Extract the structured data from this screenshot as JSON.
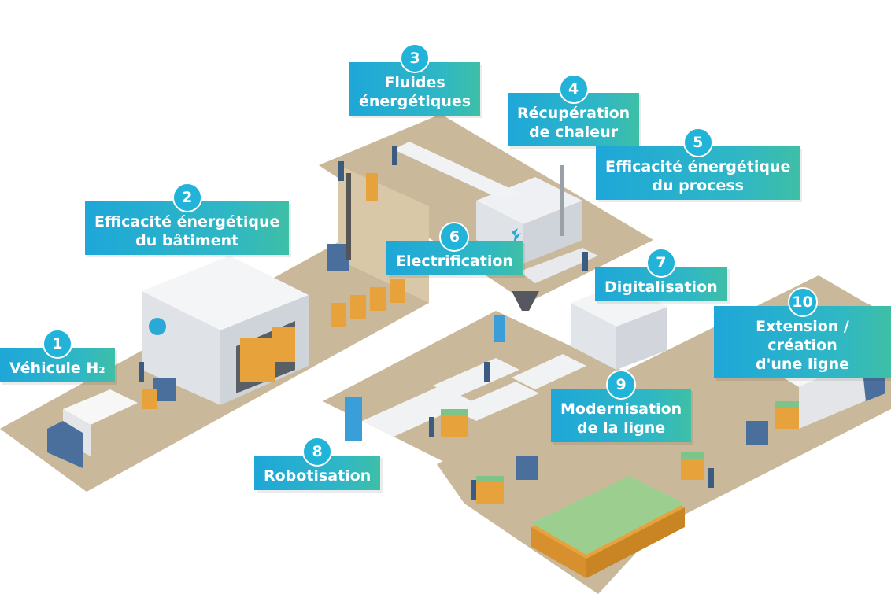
{
  "labels": [
    {
      "num": "1",
      "lines": [
        "Véhicule H₂"
      ]
    },
    {
      "num": "2",
      "lines": [
        "Efficacité énergétique",
        "du bâtiment"
      ]
    },
    {
      "num": "3",
      "lines": [
        "Fluides",
        "énergétiques"
      ]
    },
    {
      "num": "4",
      "lines": [
        "Récupération",
        "de chaleur"
      ]
    },
    {
      "num": "5",
      "lines": [
        "Efficacité énergétique",
        "du process"
      ]
    },
    {
      "num": "6",
      "lines": [
        "Electrification"
      ]
    },
    {
      "num": "7",
      "lines": [
        "Digitalisation"
      ]
    },
    {
      "num": "8",
      "lines": [
        "Robotisation"
      ]
    },
    {
      "num": "9",
      "lines": [
        "Modernisation",
        "de la ligne"
      ]
    },
    {
      "num": "10",
      "lines": [
        "Extension / création",
        "d'une ligne"
      ]
    }
  ],
  "colors": {
    "floor": "#c9b89a",
    "label_start": "#1ea7d8",
    "label_end": "#3ebfa6",
    "box": "#e8a23c",
    "pallet_green": "#7cc48a",
    "building": "#e6e8ec",
    "vehicle_blue": "#4a6f9c"
  },
  "icons": [
    "truck-icon",
    "forklift-icon",
    "robot-arm-icon",
    "chimney-icon",
    "conveyor-icon",
    "worker-icon",
    "pallet-icon",
    "funnel-icon"
  ]
}
